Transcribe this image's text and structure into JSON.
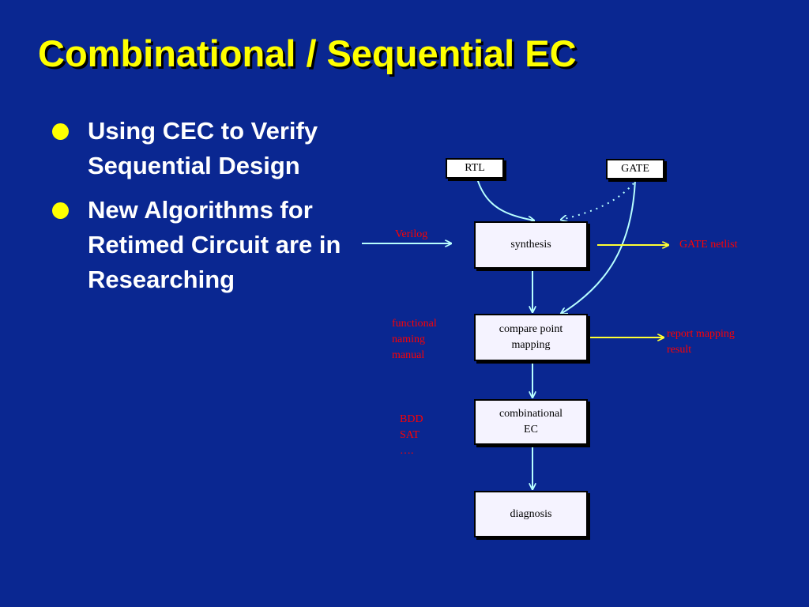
{
  "slide": {
    "title": "Combinational / Sequential EC",
    "bullets": [
      "Using CEC to Verify Sequential Design",
      "New Algorithms for Retimed Circuit are in Researching"
    ]
  },
  "diagram": {
    "inputs": {
      "rtl": "RTL",
      "gate": "GATE"
    },
    "boxes": {
      "synthesis": "synthesis",
      "compare": "compare point\nmapping",
      "combinational": "combinational\nEC",
      "diagnosis": "diagnosis"
    },
    "labels": {
      "verilog": "Verilog",
      "gate_netlist": "GATE netlist",
      "functional": "functional\nnaming\nmanual",
      "report": "report mapping\nresult",
      "bdd": "BDD\nSAT\n…."
    },
    "colors": {
      "background": "#0a2791",
      "title": "#ffff00",
      "flow_arrow": "#b8ffff",
      "output_arrow": "#ffff33",
      "annotation": "#ff0000"
    }
  }
}
